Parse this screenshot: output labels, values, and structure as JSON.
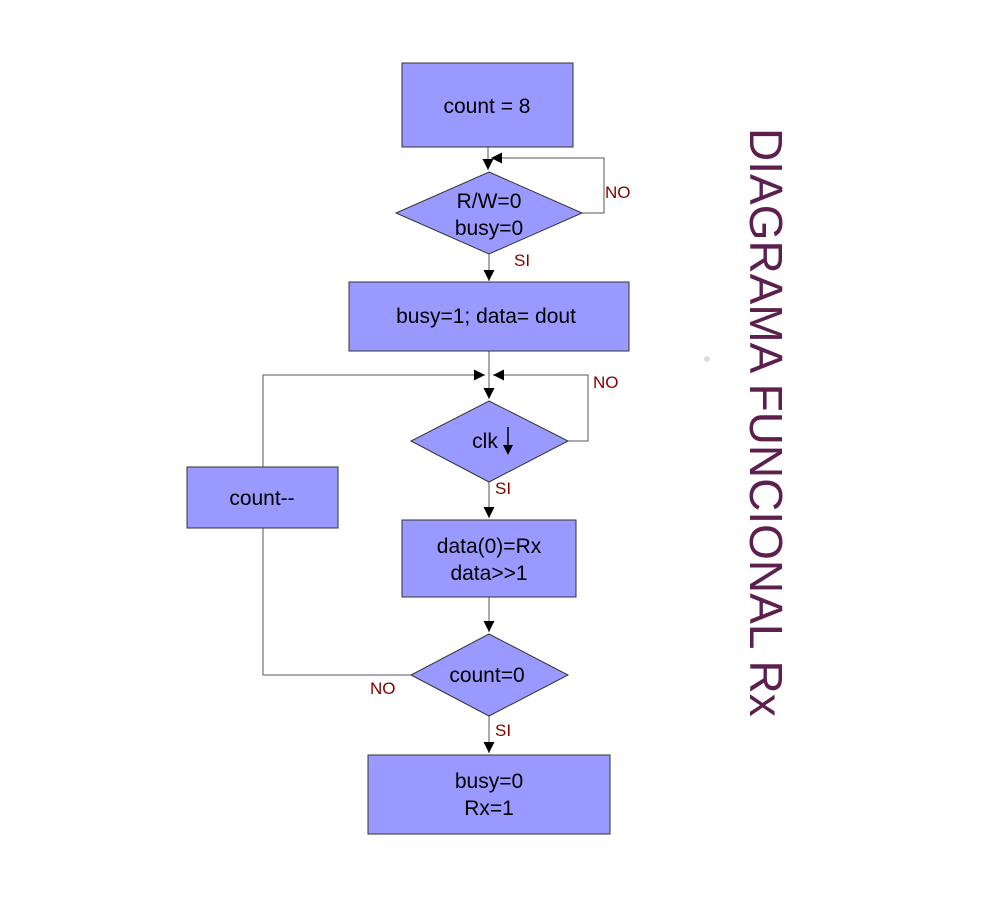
{
  "colors": {
    "node_fill": "#9999ff",
    "node_stroke": "#333333",
    "edge": "#555555",
    "arrowhead": "#000000",
    "label": "#800000",
    "title": "#5c1f4e"
  },
  "title": "DIAGRAMA FUNCIONAL Rx",
  "nodes": {
    "init": {
      "line1": "count = 8"
    },
    "rw_check": {
      "line1": "R/W=0",
      "line2": "busy=0"
    },
    "set_busy": {
      "line1": "busy=1; data= dout"
    },
    "clk_check": {
      "line1": "clk"
    },
    "decrement": {
      "line1": "count--"
    },
    "shift": {
      "line1": "data(0)=Rx",
      "line2": "data>>1"
    },
    "count_check": {
      "line1": "count=0"
    },
    "done": {
      "line1": "busy=0",
      "line2": "Rx=1"
    }
  },
  "edge_labels": {
    "rw_no": "NO",
    "rw_yes": "SI",
    "clk_no": "NO",
    "clk_yes": "SI",
    "count_no": "NO",
    "count_yes": "SI"
  }
}
